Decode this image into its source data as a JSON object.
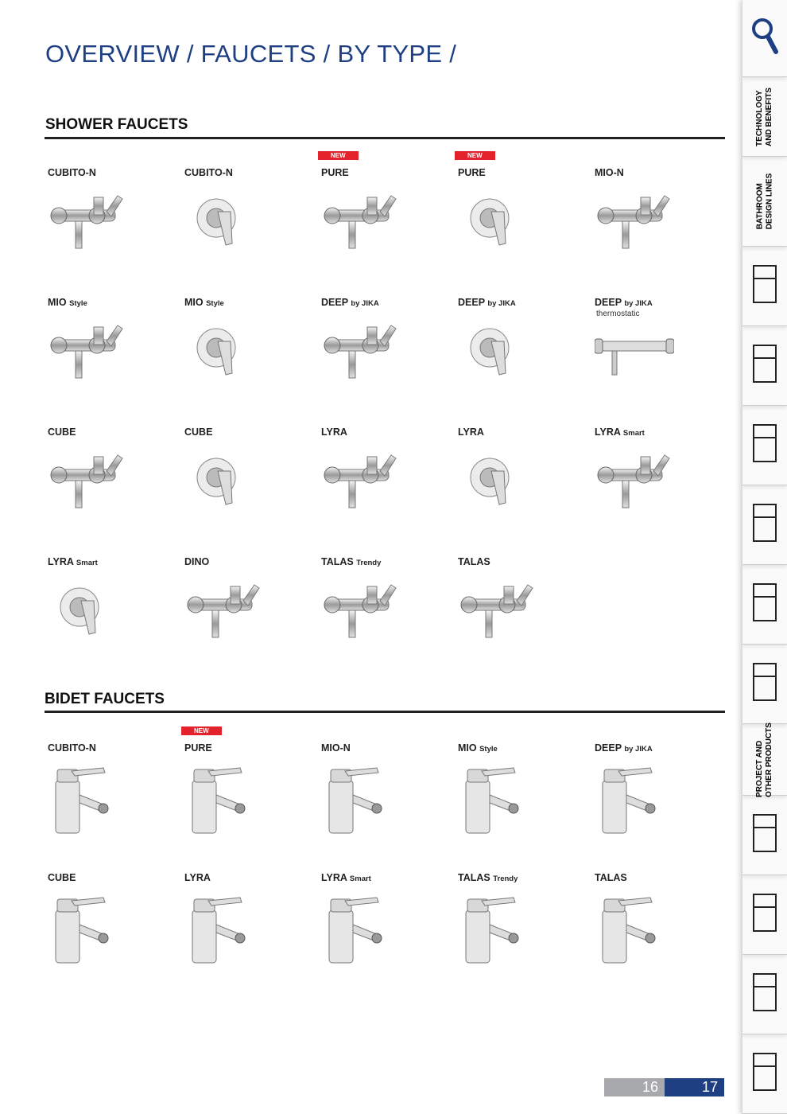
{
  "title": "OVERVIEW / FAUCETS / BY TYPE /",
  "shower": {
    "title": "SHOWER FAUCETS",
    "items": [
      {
        "name": "CUBITO-N",
        "kind": "wall"
      },
      {
        "name": "CUBITO-N",
        "kind": "conceal"
      },
      {
        "name": "PURE",
        "new": "NEW",
        "kind": "wall"
      },
      {
        "name": "PURE",
        "new": "NEW",
        "kind": "conceal"
      },
      {
        "name": "MIO-N",
        "kind": "wall"
      },
      {
        "name": "MIO",
        "suffix": "Style",
        "kind": "wall"
      },
      {
        "name": "MIO",
        "suffix": "Style",
        "kind": "conceal"
      },
      {
        "name": "DEEP",
        "suffix": "by JIKA",
        "kind": "wall"
      },
      {
        "name": "DEEP",
        "suffix": "by JIKA",
        "kind": "conceal"
      },
      {
        "name": "DEEP",
        "suffix": "by JIKA",
        "sub": "thermostatic",
        "kind": "thermo"
      },
      {
        "name": "CUBE",
        "kind": "wall"
      },
      {
        "name": "CUBE",
        "kind": "conceal"
      },
      {
        "name": "LYRA",
        "kind": "wall"
      },
      {
        "name": "LYRA",
        "kind": "conceal"
      },
      {
        "name": "LYRA",
        "suffix": "Smart",
        "kind": "wall"
      },
      {
        "name": "LYRA",
        "suffix": "Smart",
        "kind": "conceal"
      },
      {
        "name": "DINO",
        "kind": "wall"
      },
      {
        "name": "TALAS",
        "suffix": "Trendy",
        "kind": "wall"
      },
      {
        "name": "TALAS",
        "kind": "wall"
      }
    ]
  },
  "bidet": {
    "title": "BIDET FAUCETS",
    "items": [
      {
        "name": "CUBITO-N",
        "kind": "bidet"
      },
      {
        "name": "PURE",
        "new": "NEW",
        "kind": "bidet"
      },
      {
        "name": "MIO-N",
        "kind": "bidet"
      },
      {
        "name": "MIO",
        "suffix": "Style",
        "kind": "bidet"
      },
      {
        "name": "DEEP",
        "suffix": "by JIKA",
        "kind": "bidet"
      },
      {
        "name": "CUBE",
        "kind": "bidet"
      },
      {
        "name": "LYRA",
        "kind": "bidet"
      },
      {
        "name": "LYRA",
        "suffix": "Smart",
        "kind": "bidet"
      },
      {
        "name": "TALAS",
        "suffix": "Trendy",
        "kind": "bidet"
      },
      {
        "name": "TALAS",
        "kind": "bidet"
      }
    ]
  },
  "sidebar": [
    {
      "icon": "search-icon"
    },
    {
      "label": "TECHNOLOGY\nAND BENEFITS"
    },
    {
      "label": "BATHROOM\nDESIGN LINES"
    },
    {
      "icon": "washbasin-cabinet-icon"
    },
    {
      "icon": "mirror-icon"
    },
    {
      "icon": "wall-hung-toilet-icon"
    },
    {
      "icon": "installation-frame-icon"
    },
    {
      "icon": "toilet-icon"
    },
    {
      "icon": "urinal-icon"
    },
    {
      "label": "PROJECT AND\nOTHER PRODUCTS"
    },
    {
      "icon": "bathtub-icon"
    },
    {
      "icon": "shower-enclosure-icon"
    },
    {
      "icon": "faucet-icon"
    },
    {
      "icon": "pedestal-basin-icon"
    }
  ],
  "pages": {
    "left": "16",
    "right": "17"
  },
  "colors": {
    "title": "#1f3f83",
    "new_badge": "#e3222b",
    "page_left": "#a8a9ad",
    "page_right": "#1f3f83"
  }
}
